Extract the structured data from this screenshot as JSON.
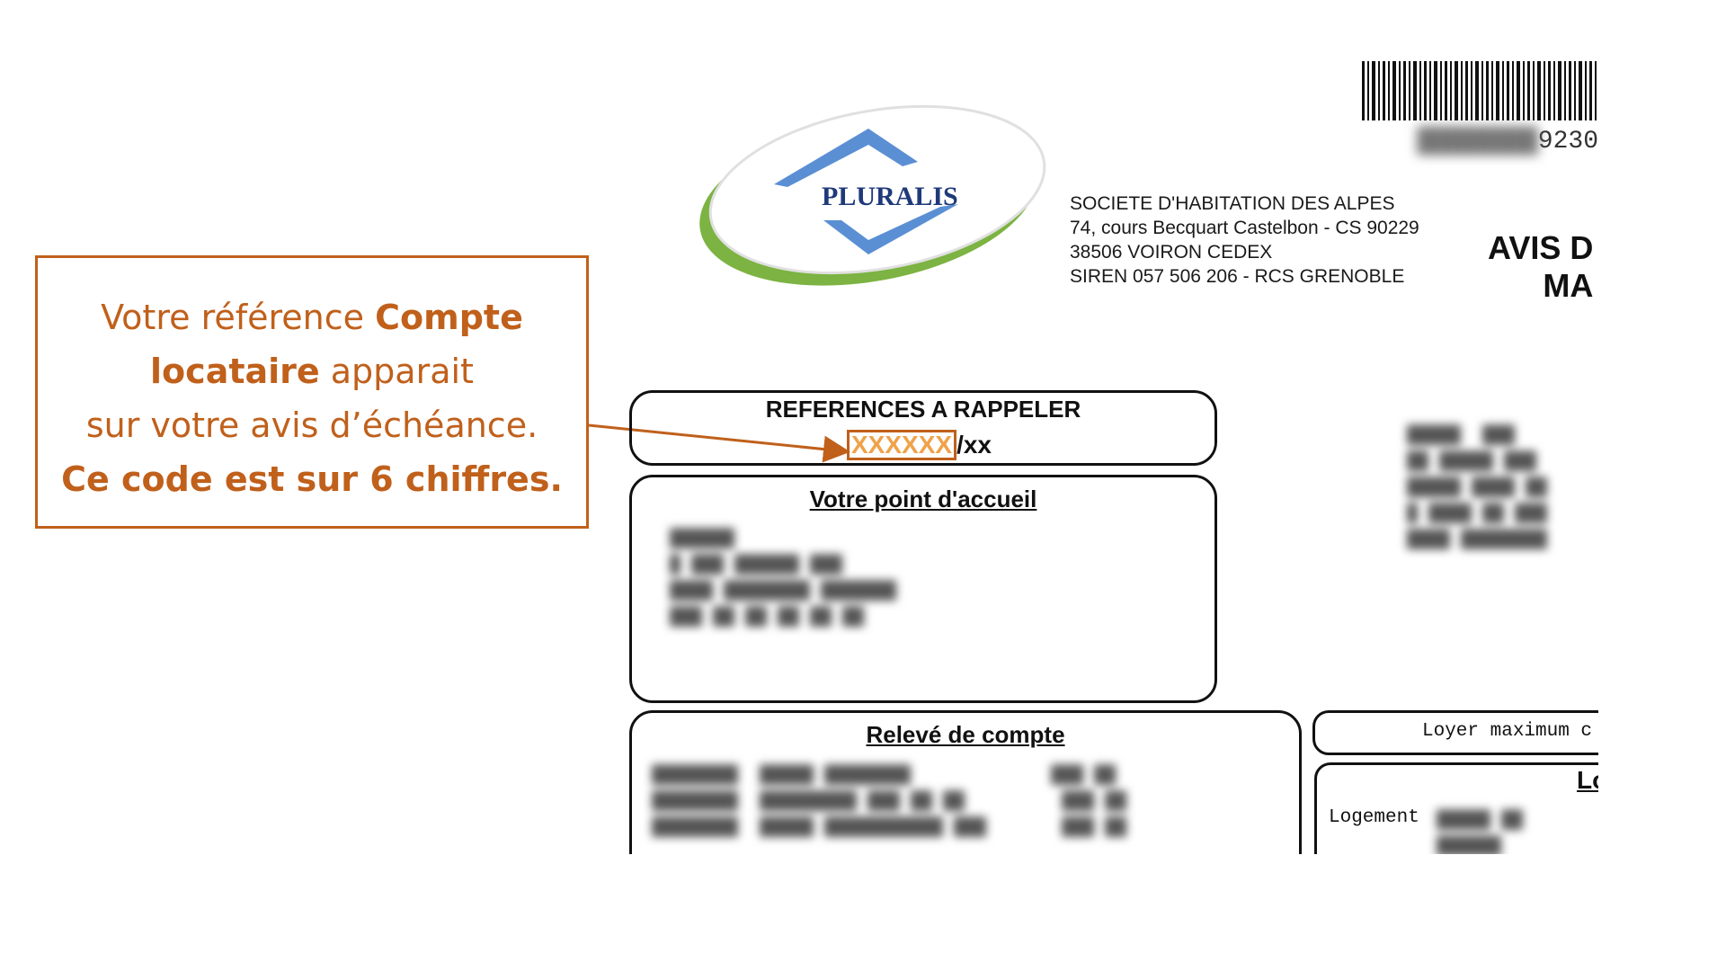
{
  "callout": {
    "line1_normal": "Votre référence ",
    "line1_bold": "Compte",
    "line2_bold": "locataire",
    "line2_normal": " apparait",
    "line3": "sur votre avis d’échéance.",
    "line4_bold": "Ce code est sur 6 chiffres."
  },
  "logo": {
    "text": "PLURALIS"
  },
  "barcode": {
    "number_visible": "9230"
  },
  "company": {
    "line1": "SOCIETE D'HABITATION DES ALPES",
    "line2": "74, cours Becquart Castelbon - CS 90229",
    "line3": "38506 VOIRON CEDEX",
    "line4": "SIREN 057 506 206 - RCS GRENOBLE"
  },
  "avis": {
    "line1": "AVIS D",
    "line2": "MA"
  },
  "references": {
    "title": "REFERENCES A RAPPELER",
    "code_masked": "XXXXXX",
    "code_suffix": "/xx"
  },
  "accueil": {
    "title": "Votre point d'accueil"
  },
  "releve": {
    "title": "Relevé de compte"
  },
  "loyer": {
    "label": "Loyer maximum c"
  },
  "logement": {
    "heading": "Lo",
    "label": "Logement"
  },
  "colors": {
    "accent": "#c0601b",
    "mask": "#f0a24a"
  }
}
